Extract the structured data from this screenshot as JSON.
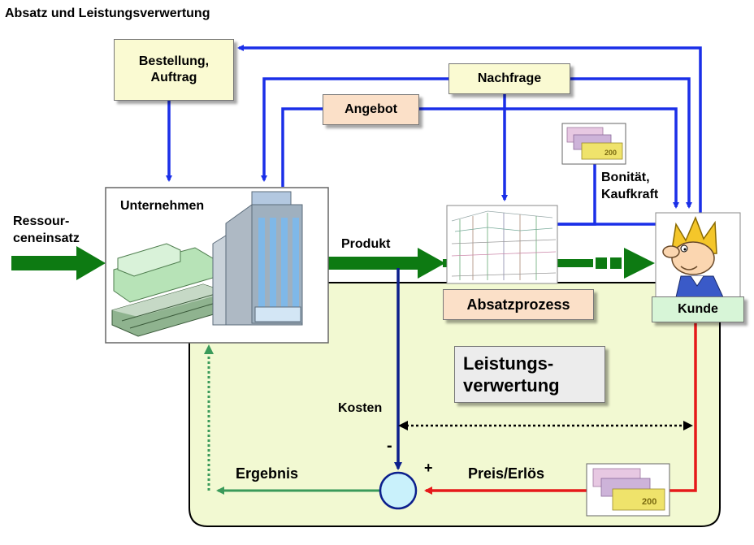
{
  "title": "Absatz und Leistungsverwertung",
  "boxes": {
    "bestellung": "Bestellung,\nAuftrag",
    "nachfrage": "Nachfrage",
    "angebot": "Angebot",
    "absatzprozess": "Absatzprozess",
    "kunde": "Kunde",
    "leistungsverwertung": "Leistungs-\nverwertung"
  },
  "labels": {
    "unternehmen": "Unternehmen",
    "ressourceneinsatz": "Ressour-\nceneinsatz",
    "produkt": "Produkt",
    "bonitaet": "Bonität,\nKaufkraft",
    "kosten": "Kosten",
    "minus": "-",
    "plus": "+",
    "ergebnis": "Ergebnis",
    "preis": "Preis/Erlös"
  },
  "colors": {
    "blue": "#1a2fe8",
    "navy": "#0c1f8c",
    "green": "#0d7a12",
    "red": "#e61a1a",
    "lightGreen": "#f2f9d2",
    "dashGreen": "#3a9a5a",
    "yellowBox": "#fafad2",
    "peachBox": "#fbe0c8",
    "kundeBox": "#d7f5d7",
    "greyBox": "#ececec",
    "circle": "#c9f1fb"
  }
}
